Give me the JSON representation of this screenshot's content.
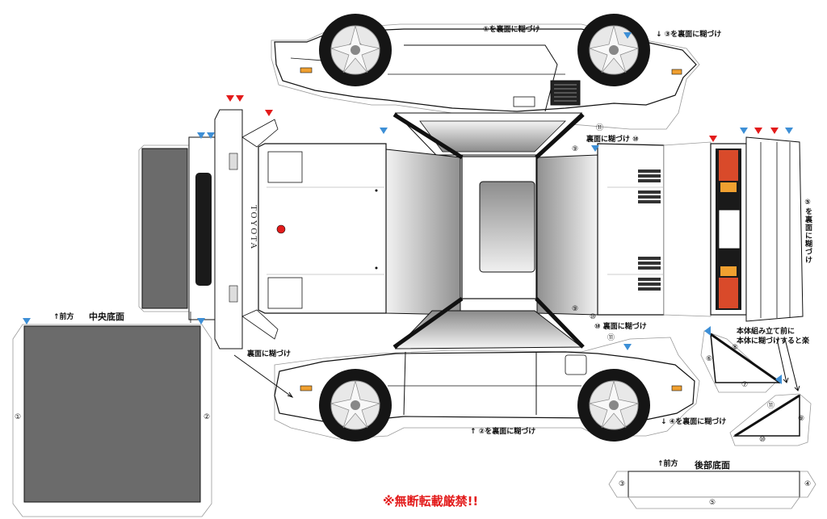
{
  "labels": {
    "glue_back_1": "①を裏面に糊づけ",
    "glue_back_3": "↓ ③を裏面に糊づけ",
    "glue_back_top": "裏面に糊づけ ⑩",
    "glue_back_right": "⑤を裏面に糊づけ",
    "glue_back_mid": "⑩ 裏面に糊づけ",
    "glue_back_left": "裏面に糊づけ",
    "glue_back_2": "↑ ②を裏面に糊づけ",
    "glue_back_4": "↓ ④を裏面に糊づけ",
    "assembly_note_1": "本体組み立て前に",
    "assembly_note_2": "本体に糊づけすると楽",
    "front_arrow_1": "↑前方",
    "front_arrow_2": "↑前方",
    "center_floor": "中央底面",
    "rear_floor": "後部底面",
    "brand": "TOYOTA",
    "copyright": "※無断転載厳禁!!"
  },
  "numbers": {
    "n1": "①",
    "n2": "②",
    "n3": "③",
    "n4": "④",
    "n5": "⑤",
    "n6": "⑥",
    "n7": "⑦",
    "n8": "⑧",
    "n9": "⑨",
    "n10": "⑩",
    "n11": "⑪"
  },
  "colors": {
    "line": "#111111",
    "tab": "#dddddd",
    "floor": "#6b6b6b",
    "glass_dark": "#777777",
    "red_marker": "#e31b1b",
    "blue_marker": "#3d8fd6",
    "taillight_red": "#d94a2a",
    "taillight_orange": "#f0a030"
  }
}
